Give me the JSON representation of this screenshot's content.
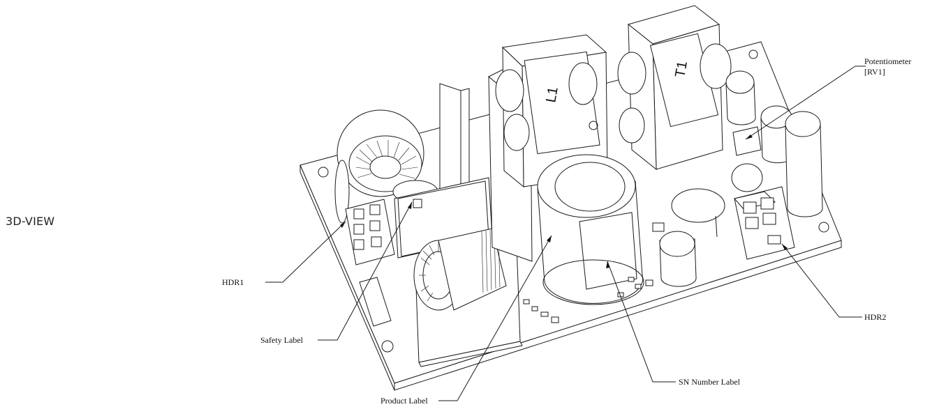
{
  "view_title": "3D-VIEW",
  "component_text": {
    "l1": "L1",
    "t1": "T1"
  },
  "callouts": {
    "potentiometer_line1": "Potentiometer",
    "potentiometer_line2": "[RV1]",
    "hdr1": "HDR1",
    "hdr2": "HDR2",
    "safety_label": "Safety Label",
    "product_label": "Product Label",
    "sn_number_label": "SN Number Label"
  }
}
